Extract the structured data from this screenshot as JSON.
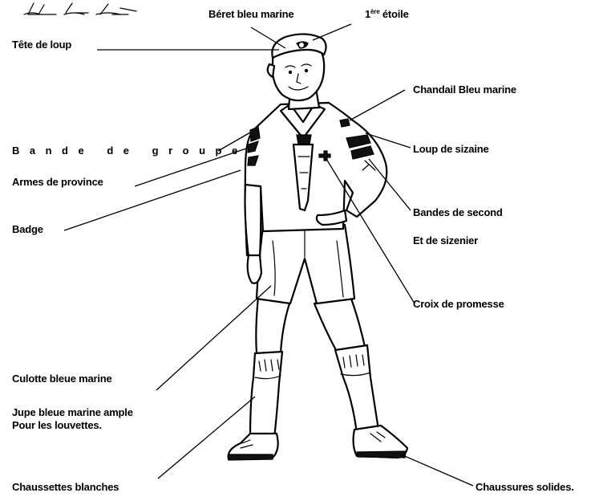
{
  "labels": {
    "beret": "Béret bleu marine",
    "star_num": "1",
    "star_sup": "ère",
    "star_word": " étoile",
    "wolf_head": "Tête de loup",
    "sweater": "Chandail Bleu marine",
    "group_band": "Bande de groupe",
    "six_wolf": "Loup de sizaine",
    "province_arms": "Armes de province",
    "badge": "Badge",
    "second_bands": "Bandes de second",
    "sixer": "Et de sizenier",
    "promise_cross": "Croix de promesse",
    "shorts": "Culotte bleue marine",
    "skirt": "Jupe bleue marine ample",
    "skirt_for": "Pour les louvettes.",
    "socks": "Chaussettes blanches",
    "shoes": "Chaussures solides."
  }
}
